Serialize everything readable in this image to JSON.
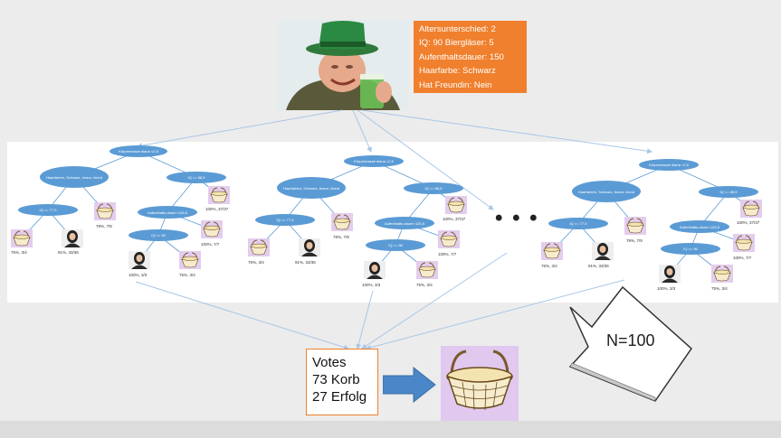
{
  "sample": {
    "lines": [
      "Altersunterschied: 2",
      "IQ: 90   Biergläser: 5",
      "Aufenthaltsdauer: 150",
      "Haarfarbe: Schwarz",
      "Hat Freundin: Nein"
    ]
  },
  "trees": [
    {
      "nodes": [
        "Körpermasse diana <2,5",
        "Haarfarben, Schwarz, braun, blond",
        "IQ <= 88,5",
        "IQ <= 77,5",
        "Aufenthalts-dauer<125,5",
        "IQ <= 96"
      ],
      "leaves": [
        "75%, 3/4",
        "91%, 33/36",
        "78%, 7/9",
        "100%, 37/37",
        "100%, 7/7",
        "100%, 3/3",
        "75%, 3/4"
      ]
    },
    {
      "nodes": [
        "Körpermasse diana <2,5",
        "Haarfarben, Schwarz, braun, blond",
        "IQ <= 88,5",
        "IQ <= 77,5",
        "Aufenthalts-dauer<125,5",
        "IQ <= 96"
      ],
      "leaves": [
        "75%, 3/4",
        "91%, 33/36",
        "78%, 7/9",
        "100%, 37/37",
        "100%, 7/7",
        "100%, 3/3",
        "75%, 3/4"
      ]
    },
    {
      "nodes": [
        "Körpermasse diana <2,5",
        "Haarfarben, Schwarz, braun, blond",
        "IQ <= 88,5",
        "IQ <= 77,5",
        "Aufenthalts-dauer<125,5",
        "IQ <= 96"
      ],
      "leaves": [
        "75%, 3/4",
        "91%, 33/36",
        "78%, 7/9",
        "100%, 37/37",
        "100%, 7/7",
        "100%, 3/3",
        "75%, 3/4"
      ]
    }
  ],
  "ellipsis": "• • •",
  "votes": {
    "title": "Votes",
    "korb": "73 Korb",
    "erfolg": "27 Erfolg"
  },
  "note": {
    "label": "N=100"
  },
  "colors": {
    "node": "#5b9bd5",
    "infobox": "#f0802d",
    "arrow": "#4a86c8",
    "basket_bg": "#e0c8ef",
    "lines": "#a9c6e6"
  }
}
